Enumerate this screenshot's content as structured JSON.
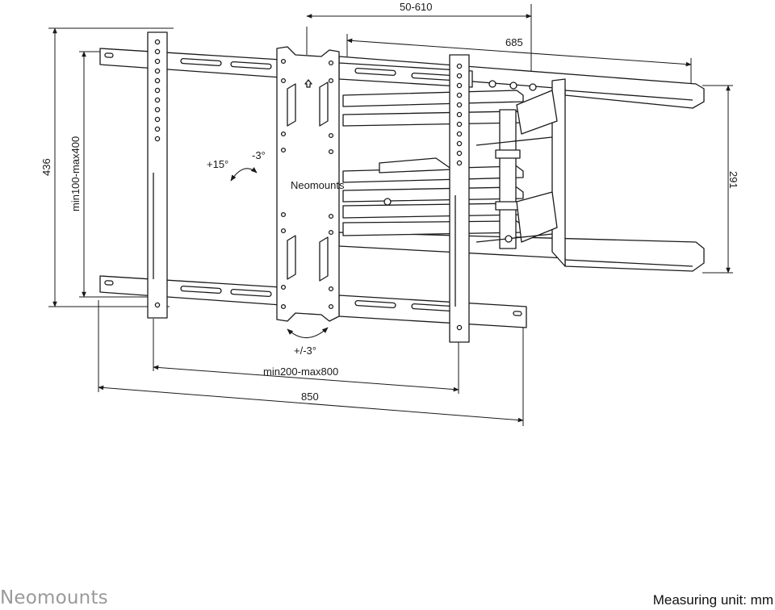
{
  "dimensions": {
    "arm_extension": "50-610",
    "arm_length": "685",
    "height_total": "436",
    "vertical_vesa": "min100-max400",
    "depth_right": "291",
    "horizontal_vesa": "min200-max800",
    "width_total": "850"
  },
  "angles": {
    "tilt_up": "+15°",
    "tilt_down": "-3°",
    "rotation": "+/-3°"
  },
  "plate_brand": "Neomounts",
  "footer": {
    "brand": "Neomounts",
    "unit_label": "Measuring unit: mm"
  }
}
